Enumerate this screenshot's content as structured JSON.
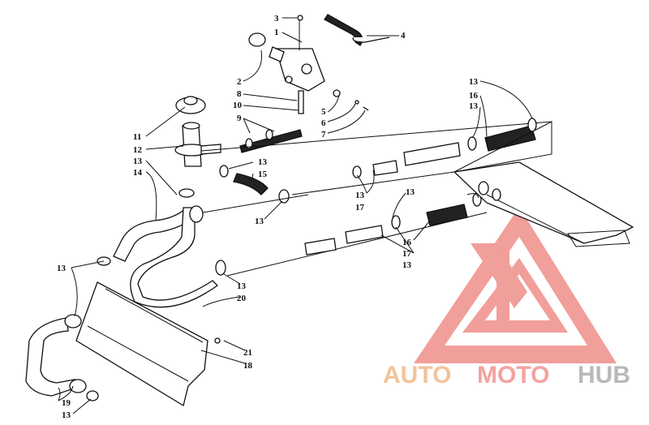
{
  "diagram": {
    "part_labels": {
      "l1": "1",
      "l2": "2",
      "l3": "3",
      "l4": "4",
      "l5": "5",
      "l6": "6",
      "l7": "7",
      "l8": "8",
      "l9": "9",
      "l10": "10",
      "l11": "11",
      "l12": "12",
      "l13a": "13",
      "l14": "14",
      "l13b": "13",
      "l15": "15",
      "l13c": "13",
      "l13d": "13",
      "l17a": "17",
      "l13e": "13",
      "l16a": "16",
      "l13f": "13",
      "l13g": "13",
      "l16b": "16",
      "l17b": "17",
      "l13h": "13",
      "l13i": "13",
      "l20": "20",
      "l13j": "13",
      "l21": "21",
      "l18": "18",
      "l19": "19",
      "l13k": "13"
    }
  },
  "watermark": {
    "word_auto": "AUTO",
    "word_moto": "MOTO",
    "word_hub": "HUB",
    "colors": {
      "auto": "#f2c39a",
      "moto": "#f3a3a0",
      "hub": "#b9b9b9",
      "logo": "#ef8f8a"
    }
  }
}
